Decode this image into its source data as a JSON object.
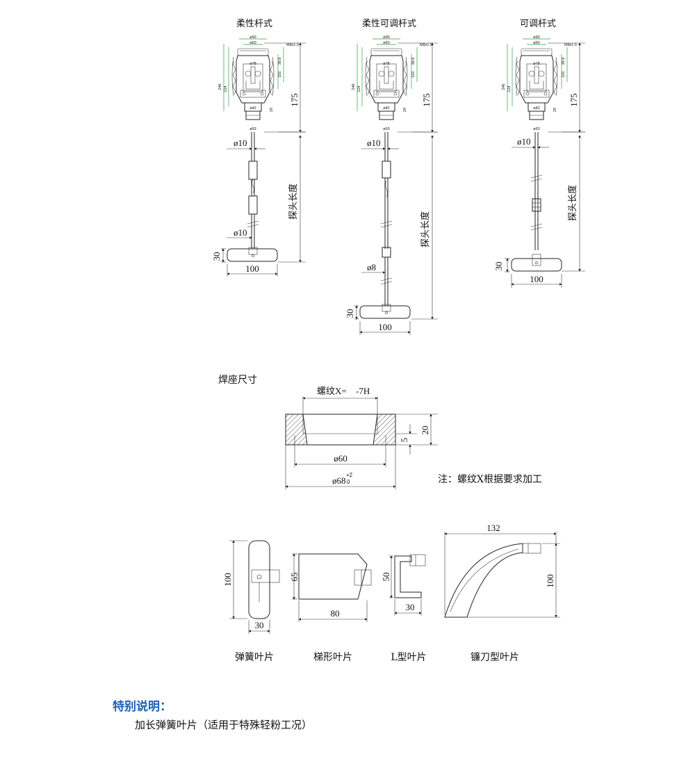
{
  "models": {
    "flex": {
      "title": "柔性杆式",
      "rod_dia": "ø10",
      "lower_dia": "ø10",
      "probe_len": "探头长度",
      "blade_h": "30",
      "blade_w": "100"
    },
    "flex_adj": {
      "title": "柔性可调杆式",
      "rod_dia": "ø10",
      "lower_dia": "ø8",
      "probe_len": "探头长度",
      "blade_h": "30",
      "blade_w": "100"
    },
    "adj": {
      "title": "可调杆式",
      "rod_dia": "ø10",
      "probe_len": "探头长度",
      "blade_h": "30",
      "blade_w": "100"
    }
  },
  "head": {
    "d90": "ø90",
    "d60": "ø60",
    "thread": "M8x1.5",
    "d78": "ø78",
    "h246": "246",
    "h124": "124",
    "h101": "101",
    "h38": "38.8",
    "h29": "29",
    "d42": "ø42",
    "d53": "ø53",
    "h175": "175"
  },
  "weld_seat": {
    "title": "焊座尺寸",
    "thread_label": "螺纹X=",
    "thread_tol": "-7H",
    "h20": "20",
    "h5": "5",
    "d60": "ø60",
    "d68": "ø68",
    "d68_tol_upper": "+2",
    "d68_tol_lower": "0",
    "note": "注：螺纹X根据要求加工"
  },
  "blades": [
    {
      "name": "弹簧叶片",
      "h": "100",
      "w": "30"
    },
    {
      "name": "梯形叶片",
      "h": "65",
      "w": "80"
    },
    {
      "name": "L型叶片",
      "h": "50",
      "w": "30"
    },
    {
      "name": "镰刀型叶片",
      "h": "100",
      "w": "132"
    }
  ],
  "special": {
    "heading": "特别说明：",
    "text": "加长弹簧叶片（适用于特殊轻粉工况）"
  }
}
